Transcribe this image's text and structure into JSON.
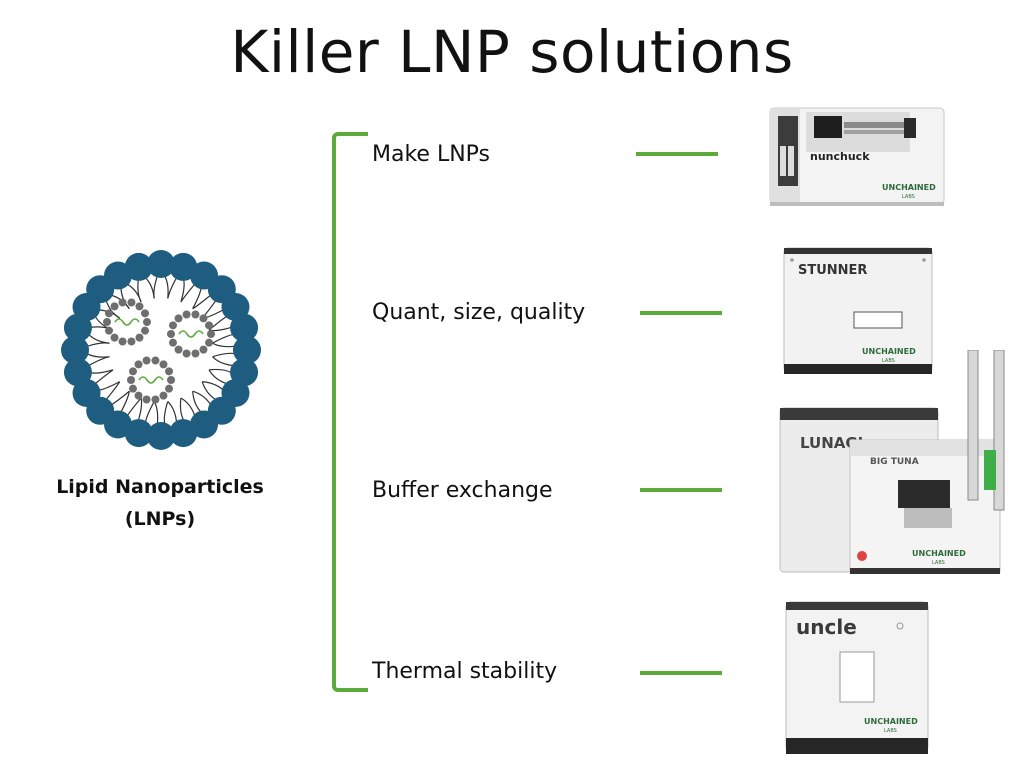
{
  "title": "Killer LNP solutions",
  "lnp": {
    "label_line1": "Lipid Nanoparticles",
    "label_line2": "(LNPs)"
  },
  "rows": [
    {
      "label": "Make LNPs"
    },
    {
      "label": "Quant, size, quality"
    },
    {
      "label": "Buffer exchange"
    },
    {
      "label": "Thermal stability"
    }
  ],
  "devices": {
    "nunchuck": {
      "name": "nunchuck",
      "maker": "UNCHAINED",
      "maker_sub": "LABS"
    },
    "stunner": {
      "name": "STUNNER",
      "maker": "UNCHAINED",
      "maker_sub": "LABS"
    },
    "lunatic": {
      "name": "LUNAGI",
      "robot_name": "BIG TUNA",
      "maker": "UNCHAINED",
      "maker_sub": "LABS"
    },
    "uncle": {
      "name": "uncle",
      "maker": "UNCHAINED",
      "maker_sub": "LABS"
    }
  },
  "colors": {
    "accent_green": "#5aab3c",
    "lipid_blue": "#1f5d80",
    "core_grey": "#6e6e6e"
  }
}
